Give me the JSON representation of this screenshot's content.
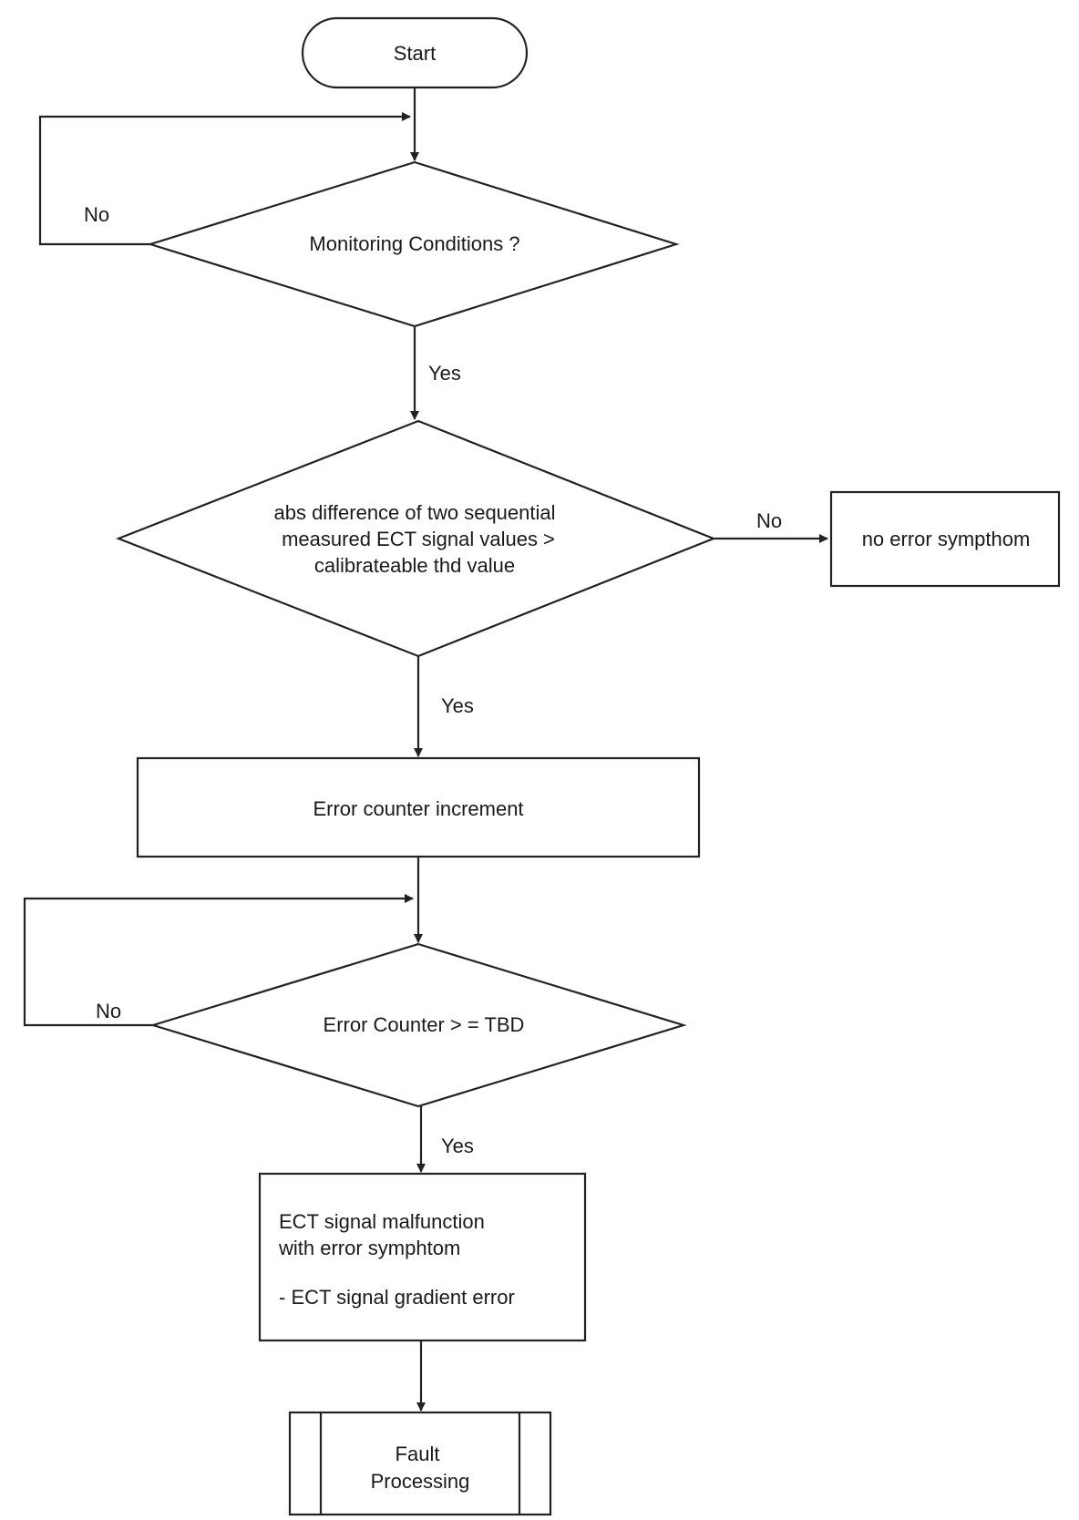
{
  "nodes": {
    "start": "Start",
    "monitoring": "Monitoring Conditions ?",
    "abs_diff": [
      "abs difference of two sequential",
      "measured ECT signal values >",
      "calibrateable thd value"
    ],
    "no_error": "no error sympthom",
    "increment": "Error counter increment",
    "counter_check": "Error Counter > = TBD",
    "malfunction": [
      "ECT signal malfunction",
      "with error symphtom",
      "- ECT signal gradient error"
    ],
    "fault": [
      "Fault",
      "Processing"
    ]
  },
  "edges": {
    "monitoring_no": "No",
    "monitoring_yes": "Yes",
    "abs_diff_no": "No",
    "abs_diff_yes": "Yes",
    "counter_no": "No",
    "counter_yes": "Yes"
  }
}
